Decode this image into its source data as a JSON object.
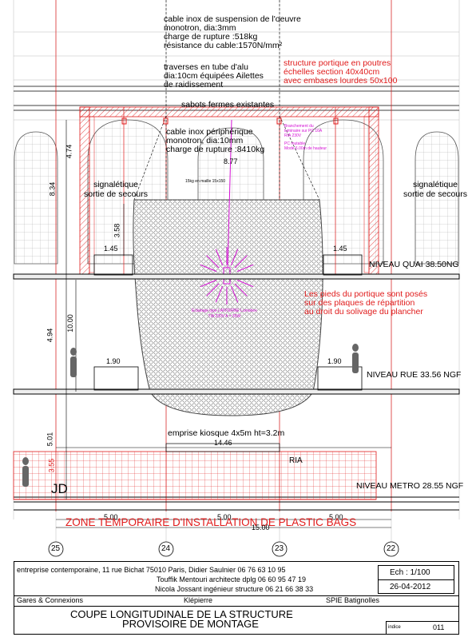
{
  "annotations": {
    "cable_suspension": [
      "cable inox de suspension de l'oeuvre",
      "monotron, dia:3mm",
      "charge de rupture :518kg",
      "résistance du cable:1570N/mm²"
    ],
    "traverses": [
      "traverses en tube d'alu",
      "dia:10cm équipées Ailettes",
      "de raidissement"
    ],
    "structure_portique": [
      "structure portique en poutres",
      "échelles section 40x40cm",
      "avec embases lourdes 50x100"
    ],
    "sabots": "sabots fermes existantes",
    "cable_peripherique": [
      "cable inox périphérique",
      "monotron, dia:10mm",
      "charge de rupture :8410kg"
    ],
    "branchement": [
      "Branchement du",
      "luminaire sur PC 16A",
      "RIA 230V",
      "PC mutable",
      "Mode 6.00m de hauteur"
    ],
    "signaletique_left": [
      "signalétique",
      "sortie de secours"
    ],
    "signaletique_right": [
      "signalétique",
      "sortie de secours"
    ],
    "maille": "15kg en maille 15x150",
    "eclairage": [
      "Eclairage type LANTERNE Lumahex",
      "TIA 230V  A = 35W"
    ],
    "niveau_quai": "NIVEAU QUAI 38.50NG",
    "pieds_portique": [
      "Les pieds du portique sont posés",
      "sur des plaques de répartition",
      "au droit du solivage du plancher"
    ],
    "niveau_rue": "NIVEAU RUE 33.56 NGF",
    "emprise_kiosque": "emprise kiosque 4x5m ht=3.2m",
    "ria": "RIA",
    "niveau_metro": "NIVEAU METRO 28.55 NGF",
    "jd": "JD",
    "zone_temporaire": "ZONE TEMPORAIRE D'INSTALLATION DE PLASTIC BAGS"
  },
  "dimensions": {
    "d_474": "4.74",
    "d_834": "8.34",
    "d_877": "8.77",
    "d_358": "3.58",
    "d_145_left": "1.45",
    "d_145_right": "1.45",
    "d_494": "4.94",
    "d_1000": "10.00",
    "d_190_left": "1.90",
    "d_190_right": "1.90",
    "d_501": "5.01",
    "d_355": "3.55",
    "d_1446": "14.46",
    "d_500_a": "5.00",
    "d_500_b": "5.00",
    "d_500_c": "5.00",
    "d_1500": "15.00"
  },
  "axes": [
    "25",
    "24",
    "23",
    "22"
  ],
  "titleblock": {
    "company": "entreprise contemporaine, 11 rue Bichat 75010 Paris, Didier Saulnier 06 76 63 10 95",
    "architect": "Touffik Mentouri architecte dplg 06 60 95 47 19",
    "engineer": "Nicola Jossant ingénieur structure 06 21 66 38 33",
    "scale": "Ech : 1/100",
    "date": "26-04-2012",
    "client1": "Gares & Connexions",
    "client2": "Klépierre",
    "client3": "SPIE Batignolles",
    "title_line1": "COUPE LONGITUDINALE DE LA STRUCTURE",
    "title_line2": "PROVISOIRE DE MONTAGE",
    "indice_label": "indice",
    "indice_value": "011"
  },
  "colors": {
    "structure": "#e01b1b",
    "lighting": "#d40fd4",
    "lines": "#000000"
  }
}
